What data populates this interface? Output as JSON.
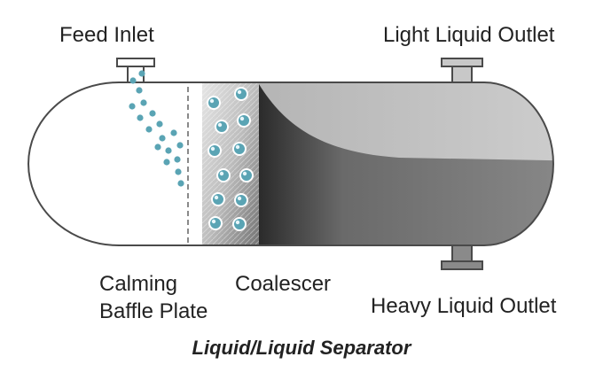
{
  "labels": {
    "feed_inlet": "Feed Inlet",
    "light_liquid_outlet": "Light Liquid Outlet",
    "calming": "Calming",
    "baffle_plate": "Baffle Plate",
    "coalescer": "Coalescer",
    "heavy_liquid_outlet": "Heavy Liquid Outlet"
  },
  "caption": "Liquid/Liquid Separator",
  "colors": {
    "outline": "#4a4a4a",
    "light_liquid": "#c8c8c8",
    "heavy_liquid": "#8a8a8a",
    "coalescer_pad": "#bdbdbd",
    "droplet": "#5aa4b4",
    "droplet_core": "#e8f6fa"
  }
}
